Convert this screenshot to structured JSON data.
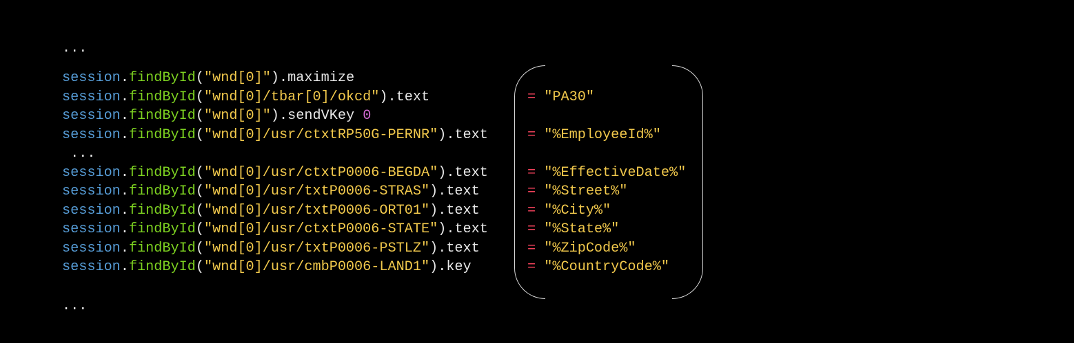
{
  "colors": {
    "background": "#000000",
    "object": "#569cd6",
    "method": "#7ed321",
    "string": "#f2c94c",
    "number": "#d36ad3",
    "equals": "#f0415a",
    "text": "#e8e8e8"
  },
  "ellipsis_top": "...",
  "ellipsis_mid": " ...",
  "ellipsis_bottom": "...",
  "lines": [
    {
      "obj": "session",
      "dot": ".",
      "fn": "findById",
      "open": "(",
      "str": "\"wnd[0]\"",
      "close": ")",
      "prop": ".maximize",
      "arg": ""
    },
    {
      "obj": "session",
      "dot": ".",
      "fn": "findById",
      "open": "(",
      "str": "\"wnd[0]/tbar[0]/okcd\"",
      "close": ")",
      "prop": ".text",
      "arg": ""
    },
    {
      "obj": "session",
      "dot": ".",
      "fn": "findById",
      "open": "(",
      "str": "\"wnd[0]\"",
      "close": ")",
      "prop": ".sendVKey ",
      "arg": "0"
    },
    {
      "obj": "session",
      "dot": ".",
      "fn": "findById",
      "open": "(",
      "str": "\"wnd[0]/usr/ctxtRP50G-PERNR\"",
      "close": ")",
      "prop": ".text",
      "arg": ""
    },
    {
      "obj": "session",
      "dot": ".",
      "fn": "findById",
      "open": "(",
      "str": "\"wnd[0]/usr/ctxtP0006-BEGDA\"",
      "close": ")",
      "prop": ".text",
      "arg": ""
    },
    {
      "obj": "session",
      "dot": ".",
      "fn": "findById",
      "open": "(",
      "str": "\"wnd[0]/usr/txtP0006-STRAS\"",
      "close": ")",
      "prop": ".text",
      "arg": ""
    },
    {
      "obj": "session",
      "dot": ".",
      "fn": "findById",
      "open": "(",
      "str": "\"wnd[0]/usr/txtP0006-ORT01\"",
      "close": ")",
      "prop": ".text",
      "arg": ""
    },
    {
      "obj": "session",
      "dot": ".",
      "fn": "findById",
      "open": "(",
      "str": "\"wnd[0]/usr/ctxtP0006-STATE\"",
      "close": ")",
      "prop": ".text",
      "arg": ""
    },
    {
      "obj": "session",
      "dot": ".",
      "fn": "findById",
      "open": "(",
      "str": "\"wnd[0]/usr/txtP0006-PSTLZ\"",
      "close": ")",
      "prop": ".text",
      "arg": ""
    },
    {
      "obj": "session",
      "dot": ".",
      "fn": "findById",
      "open": "(",
      "str": "\"wnd[0]/usr/cmbP0006-LAND1\"",
      "close": ")",
      "prop": ".key",
      "arg": ""
    }
  ],
  "assignments": [
    {
      "eq": "=",
      "val": "\"PA30\""
    },
    {
      "eq": "=",
      "val": "\"%EmployeeId%\""
    },
    {
      "eq": "=",
      "val": "\"%EffectiveDate%\""
    },
    {
      "eq": "=",
      "val": "\"%Street%\""
    },
    {
      "eq": "=",
      "val": "\"%City%\""
    },
    {
      "eq": "=",
      "val": "\"%State%\""
    },
    {
      "eq": "=",
      "val": "\"%ZipCode%\""
    },
    {
      "eq": "=",
      "val": "\"%CountryCode%\""
    }
  ]
}
